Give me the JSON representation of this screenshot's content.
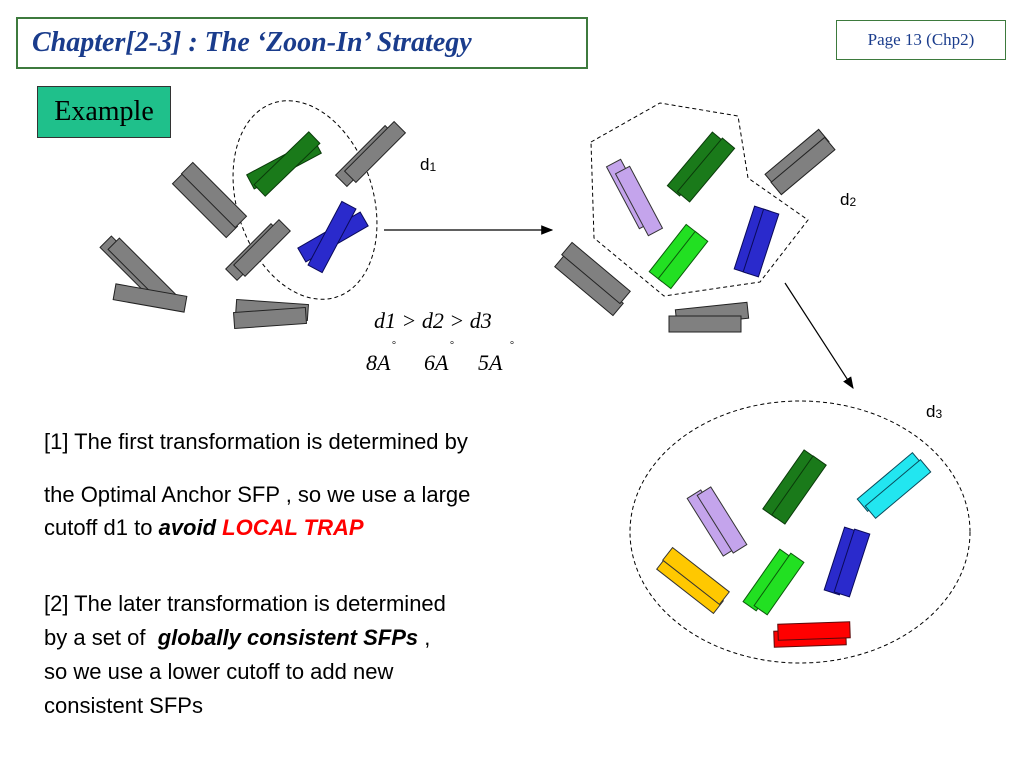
{
  "header": {
    "title": "Chapter[2-3] : The ‘Zoon-In’ Strategy",
    "page_label": "Page 13  (Chp2)"
  },
  "example_label": "Example",
  "diagram": {
    "labels": {
      "d1": {
        "base": "d",
        "sub": "1"
      },
      "d2": {
        "base": "d",
        "sub": "2"
      },
      "d3": {
        "base": "d",
        "sub": "3"
      }
    },
    "relation": "d1 > d2 > d3",
    "distances": [
      {
        "value": "8A",
        "unit_mark": "°"
      },
      {
        "value": "6A",
        "unit_mark": "°"
      },
      {
        "value": "5A",
        "unit_mark": "°"
      }
    ],
    "colors": {
      "gray": "#808080",
      "dark_green": "#1a7a1a",
      "blue": "#2a2acc",
      "lavender": "#c4a4ec",
      "bright_green": "#22e022",
      "cyan": "#22e6f0",
      "orange": "#ffc800",
      "red": "#ff0000"
    }
  },
  "notes": {
    "p1_line1": "[1] The first transformation is determined by",
    "p1_line2": "the Optimal Anchor SFP , so we use a large",
    "p1_line3_pre": "cutoff d1 to ",
    "p1_avoid": "avoid",
    "p1_local_trap": "LOCAL TRAP",
    "p2_line1": "[2] The later transformation is determined",
    "p2_line2_pre": "by a set of  ",
    "p2_em": "globally consistent SFPs",
    "p2_line2_post": " ,",
    "p2_line3": "so we use a lower cutoff to add new",
    "p2_line4": "consistent SFPs"
  }
}
